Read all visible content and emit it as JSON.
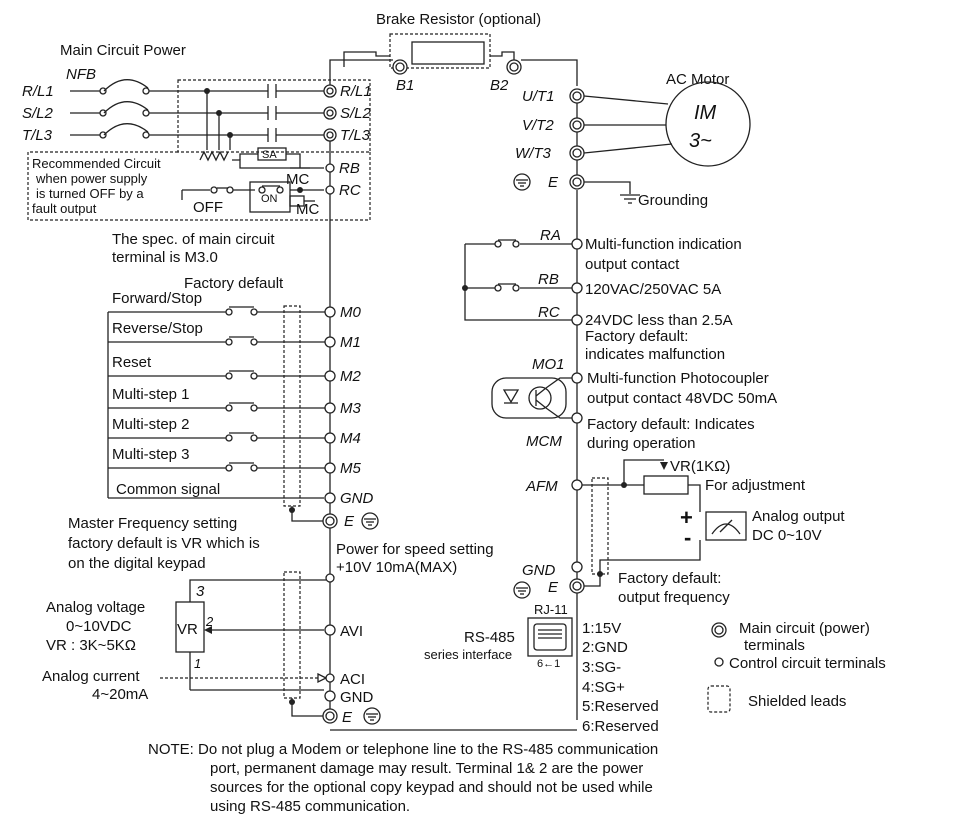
{
  "title": "Brake Resistor (optional)",
  "main_power": {
    "title": "Main Circuit Power",
    "nfb": "NFB",
    "phases": [
      "R/L1",
      "S/L2",
      "T/L3"
    ]
  },
  "drive_power_terminals": [
    "R/L1",
    "S/L2",
    "T/L3"
  ],
  "brake_terminals": [
    "B1",
    "B2"
  ],
  "recommended_circuit": {
    "lines": [
      "Recommended Circuit",
      "when power supply",
      "is turned OFF by a",
      "fault output"
    ],
    "sa": "SA",
    "mc": "MC",
    "mc2": "MC",
    "off": "OFF",
    "on": "ON",
    "rb": "RB",
    "rc": "RC"
  },
  "spec_note": [
    "The spec. of main circuit",
    "terminal is M3.0"
  ],
  "motor": {
    "title": "AC Motor",
    "im": "IM",
    "phase": "3~",
    "terminals": [
      "U/T1",
      "V/T2",
      "W/T3"
    ],
    "ground_terminal": "E",
    "grounding": "Grounding"
  },
  "inputs": {
    "factory_default": "Factory default",
    "items": [
      {
        "label": "Forward/Stop",
        "terminal": "M0"
      },
      {
        "label": "Reverse/Stop",
        "terminal": "M1"
      },
      {
        "label": "Reset",
        "terminal": "M2"
      },
      {
        "label": "Multi-step 1",
        "terminal": "M3"
      },
      {
        "label": "Multi-step 2",
        "terminal": "M4"
      },
      {
        "label": "Multi-step 3",
        "terminal": "M5"
      },
      {
        "label": "Common signal",
        "terminal": "GND"
      }
    ],
    "e_terminal": "E"
  },
  "relay": {
    "terminals": [
      "RA",
      "RB",
      "RC"
    ],
    "lines": [
      "Multi-function indication",
      "output contact",
      "120VAC/250VAC  5A",
      "24VDC  less than 2.5A",
      "Factory default:",
      "indicates malfunction"
    ]
  },
  "photocoupler": {
    "terminals": [
      "MO1",
      "MCM"
    ],
    "lines": [
      "Multi-function Photocoupler",
      "output contact 48VDC 50mA",
      "Factory default: Indicates",
      "during operation"
    ]
  },
  "afm": {
    "terminal": "AFM",
    "vr": "VR(1KΩ)",
    "adjust": "For adjustment",
    "plus": "+",
    "minus": "-",
    "analog_out": [
      "Analog output",
      "DC 0~10V"
    ],
    "gnd": "GND",
    "e": "E",
    "factory": [
      "Factory default:",
      "output frequency"
    ]
  },
  "freq_setting": {
    "master": [
      "Master Frequency setting",
      "factory default is VR which is",
      "on the digital keypad"
    ],
    "power": [
      "Power for speed setting",
      "+10V 10mA(MAX)"
    ],
    "pin3": "3",
    "pin2": "2",
    "pin1": "1",
    "vr": "VR",
    "analog_voltage": [
      "Analog voltage",
      "0~10VDC",
      "VR : 3K~5KΩ"
    ],
    "analog_current": [
      "Analog current",
      "4~20mA"
    ],
    "terminals": [
      "AVI",
      "ACI",
      "GND",
      "E"
    ]
  },
  "rs485": {
    "label": "RS-485",
    "sub": "series interface",
    "rj": "RJ-11",
    "pins_mark": "6←1",
    "pins": [
      "1:15V",
      "2:GND",
      "3:SG-",
      "4:SG+",
      "5:Reserved",
      "6:Reserved"
    ]
  },
  "legend": {
    "main": [
      "Main circuit (power)",
      "terminals"
    ],
    "control": "Control circuit terminals",
    "shield": "Shielded leads"
  },
  "note": [
    "NOTE: Do not plug a Modem or telephone line to the RS-485 communication",
    "port, permanent damage may result. Terminal 1& 2 are the power",
    "sources for the optional copy keypad and should not be used while",
    "using RS-485 communication."
  ]
}
